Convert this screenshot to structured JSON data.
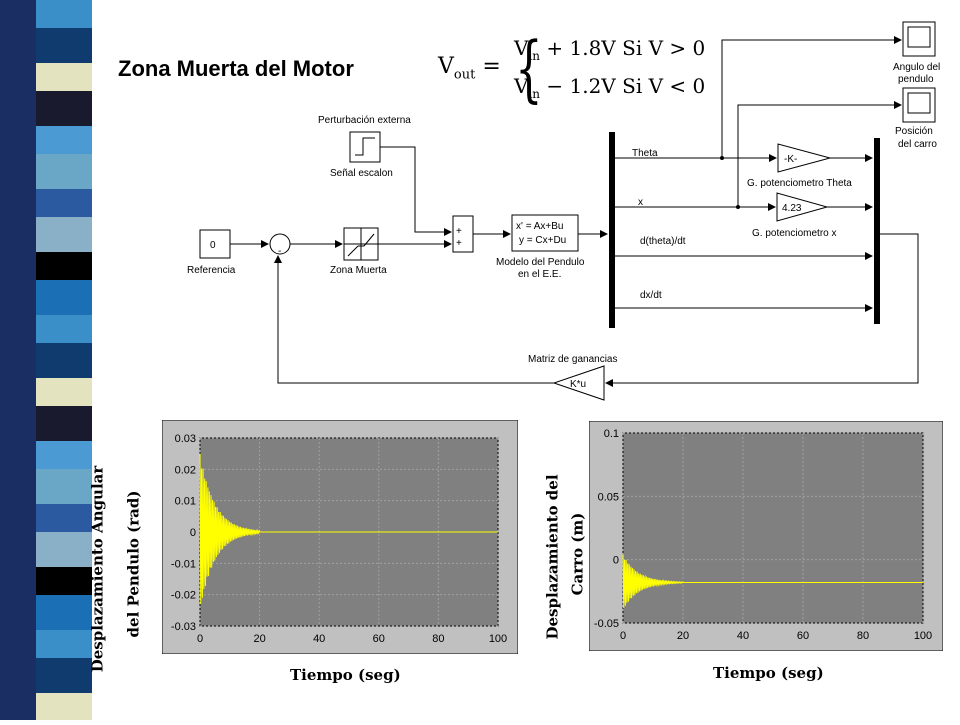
{
  "title": "Zona Muerta del Motor",
  "equation": {
    "lhs": "V",
    "lhs_sub": "out",
    "equals": "=",
    "line1": "V",
    "line1_sub": "in",
    "line1_rest": " + 1.8V   Si V > 0",
    "line2": "V",
    "line2_sub": "in",
    "line2_rest": " − 1.2V   Si V < 0"
  },
  "blocks": {
    "perturbation_label": "Perturbación externa",
    "step_label": "Señal escalon",
    "reference_value": "0",
    "reference_label": "Referencia",
    "deadzone_label": "Zona Muerta",
    "sum_minus": "-",
    "sum2_signs": "+ +",
    "ss_line1": "x' = Ax+Bu",
    "ss_line2": "y = Cx+Du",
    "ss_label_1": "Modelo del Pendulo",
    "ss_label_2": "en el E.E.",
    "signal_theta": "Theta",
    "signal_x": "x",
    "signal_dtheta": "d(theta)/dt",
    "signal_dx": "dx/dt",
    "gain_theta_value": "-K-",
    "gain_theta_label": "G. potenciometro Theta",
    "gain_x_value": "4.23",
    "gain_x_label": "G. potenciometro x",
    "scope1_label_1": "Angulo del",
    "scope1_label_2": "pendulo",
    "scope2_label_1": "Posición",
    "scope2_label_2": "del carro",
    "gain_matrix_value": "K*u",
    "gain_matrix_label": "Matriz de ganancias"
  },
  "colors": {
    "plot_bg": "#808080",
    "frame_bg": "#c0c0c0",
    "trace": "#ffff00",
    "grid": "#a0a0a0"
  },
  "chart_data": [
    {
      "type": "line",
      "title": "",
      "xlabel": "Tiempo (seg)",
      "ylabel_1": "Desplazamiento Angular",
      "ylabel_2": "del   Pendulo (rad)",
      "xlim": [
        0,
        100
      ],
      "ylim": [
        -0.03,
        0.03
      ],
      "xticks": [
        "0",
        "20",
        "40",
        "60",
        "80",
        "100"
      ],
      "yticks": [
        "0.03",
        "0.02",
        "0.01",
        "0",
        "-0.01",
        "-0.02",
        "-0.03"
      ],
      "grid": true,
      "series": [
        {
          "values_envelope": {
            "amplitude": 0.025,
            "decay_time": 5,
            "settle_at": 20,
            "final": 0
          }
        }
      ]
    },
    {
      "type": "line",
      "title": "",
      "xlabel": "Tiempo (seg)",
      "ylabel_1": "Desplazamiento del",
      "ylabel_2": "Carro (m)",
      "xlim": [
        0,
        100
      ],
      "ylim": [
        -0.05,
        0.1
      ],
      "xticks": [
        "0",
        "20",
        "40",
        "60",
        "80",
        "100"
      ],
      "yticks": [
        "0.1",
        "0.05",
        "0",
        "-0.05"
      ],
      "grid": true,
      "series": [
        {
          "values_envelope": {
            "amplitude": 0.022,
            "decay_time": 5,
            "settle_at": 20,
            "final": -0.018
          }
        }
      ]
    }
  ]
}
